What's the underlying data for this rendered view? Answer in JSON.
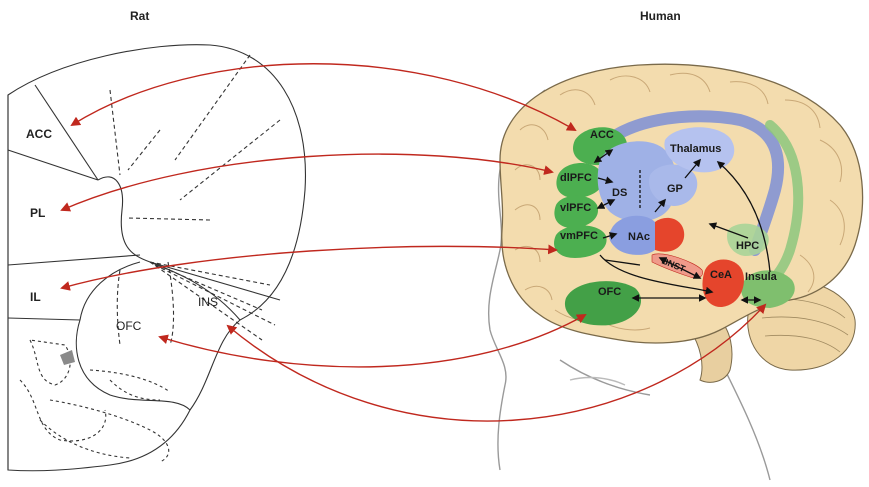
{
  "titles": {
    "left": "Rat",
    "right": "Human"
  },
  "rat": {
    "regions": [
      "ACC",
      "PL",
      "IL",
      "OFC",
      "INS"
    ]
  },
  "human": {
    "regions": [
      "ACC",
      "dlPFC",
      "vlPFC",
      "vmPFC",
      "OFC",
      "DS",
      "GP",
      "Thalamus",
      "NAc",
      "BNST",
      "CeA",
      "HPC",
      "Insula"
    ]
  },
  "colors": {
    "cortex": "#f3dcae",
    "prefrontal_green": "#4caf50",
    "striatum_blue": "#9fb1e6",
    "amygdala_red": "#e5452c",
    "connector_red": "#c0281e",
    "arrow_black": "#111111"
  },
  "connections": [
    "ACC",
    "PL",
    "IL",
    "OFC",
    "INS"
  ]
}
